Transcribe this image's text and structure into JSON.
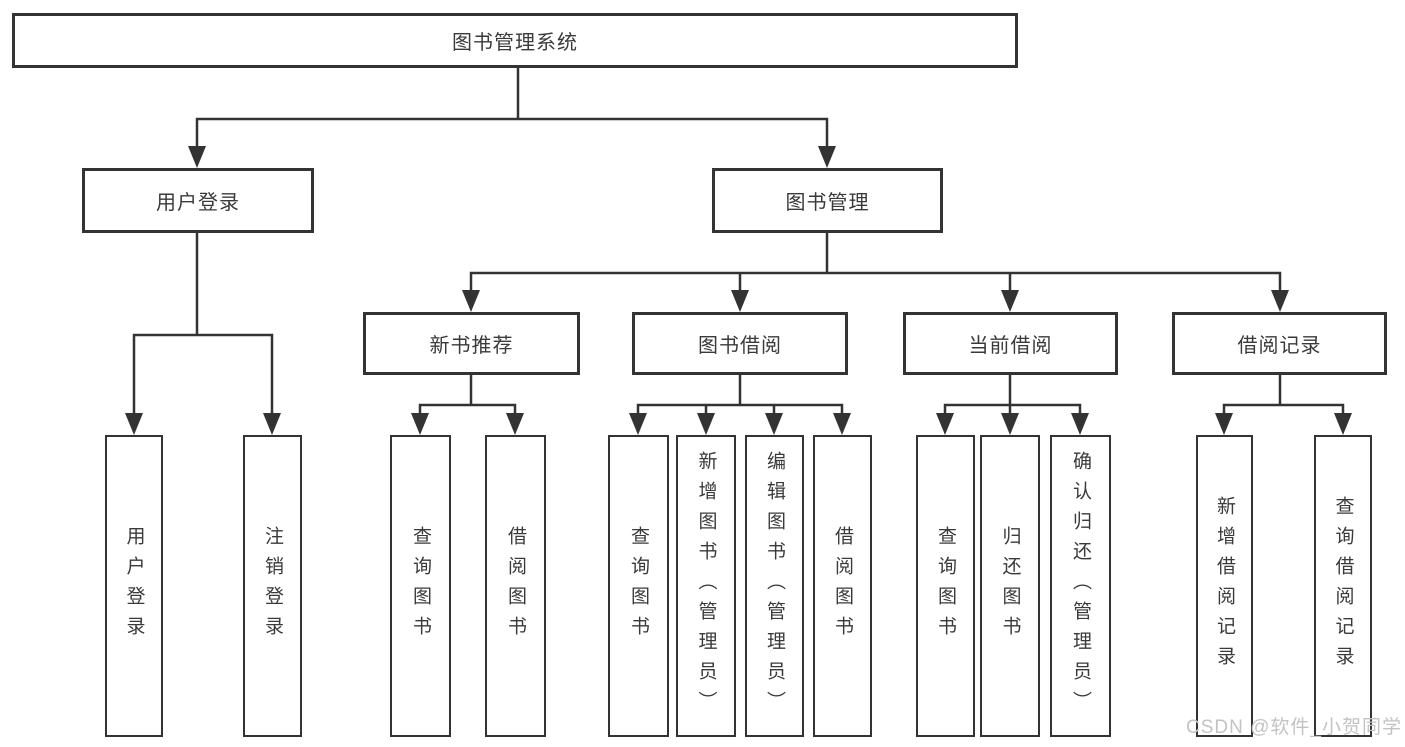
{
  "diagram": {
    "watermark": "CSDN @软件_小贺同学",
    "colors": {
      "line": "#333333",
      "box_border": "#333333",
      "text": "#3a3a3a",
      "background": "#ffffff",
      "watermark": "#c3c3c3"
    },
    "root": {
      "label": "图书管理系统"
    },
    "level2": [
      {
        "label": "用户登录"
      },
      {
        "label": "图书管理"
      }
    ],
    "level3": [
      {
        "label": "新书推荐",
        "parent": "图书管理"
      },
      {
        "label": "图书借阅",
        "parent": "图书管理"
      },
      {
        "label": "当前借阅",
        "parent": "图书管理"
      },
      {
        "label": "借阅记录",
        "parent": "图书管理"
      }
    ],
    "leaves": [
      {
        "label": "用户登录",
        "parent": "用户登录"
      },
      {
        "label": "注销登录",
        "parent": "用户登录"
      },
      {
        "label": "查询图书",
        "parent": "新书推荐"
      },
      {
        "label": "借阅图书",
        "parent": "新书推荐"
      },
      {
        "label": "查询图书",
        "parent": "图书借阅"
      },
      {
        "label": "新增图书（管理员）",
        "parent": "图书借阅"
      },
      {
        "label": "编辑图书（管理员）",
        "parent": "图书借阅"
      },
      {
        "label": "借阅图书",
        "parent": "图书借阅"
      },
      {
        "label": "查询图书",
        "parent": "当前借阅"
      },
      {
        "label": "归还图书",
        "parent": "当前借阅"
      },
      {
        "label": "确认归还（管理员）",
        "parent": "当前借阅"
      },
      {
        "label": "新增借阅记录",
        "parent": "借阅记录"
      },
      {
        "label": "查询借阅记录",
        "parent": "借阅记录"
      }
    ]
  }
}
